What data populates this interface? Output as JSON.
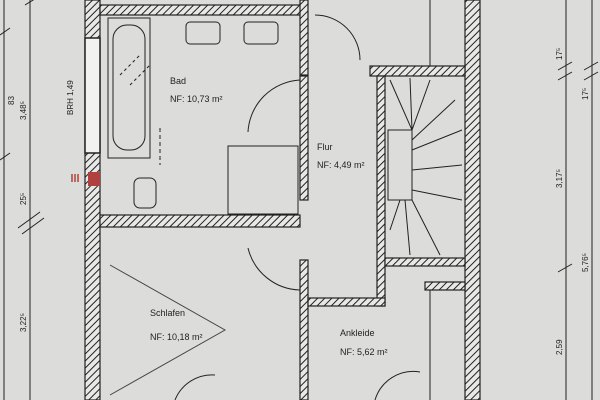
{
  "rooms": [
    {
      "name": "Bad",
      "area": "NF: 10,73 m²"
    },
    {
      "name": "Flur",
      "area": "NF: 4,49 m²"
    },
    {
      "name": "Schlafen",
      "area": "NF: 10,18 m²"
    },
    {
      "name": "Ankleide",
      "area": "NF: 5,62 m²"
    }
  ],
  "window_note": "BRH 1,49",
  "dimensions_left": [
    "83",
    "3,48⁵",
    "25⁵",
    "3,22⁵"
  ],
  "dimensions_right": [
    "17⁵",
    "17⁵",
    "3,17⁵",
    "5,76⁵",
    "2,59"
  ],
  "colors": {
    "paper": "#dcdcda",
    "wall": "#222222",
    "marker": "#b0413e"
  }
}
